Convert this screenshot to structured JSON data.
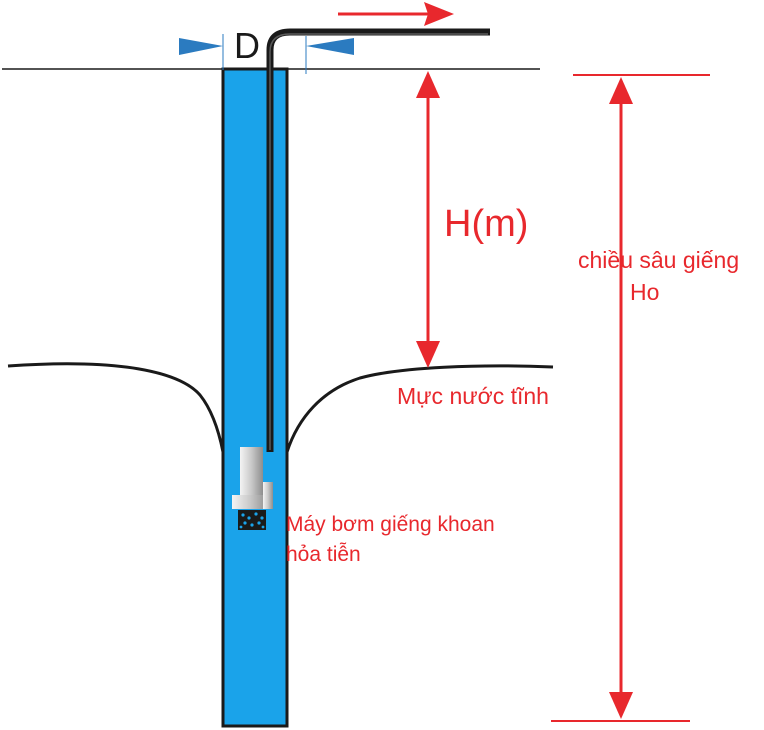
{
  "labels": {
    "diameter": "D",
    "head": "H(m)",
    "well_depth_line1": "chiều sâu giếng",
    "well_depth_line2": "Ho",
    "static_water_level": "Mực nước tĩnh",
    "pump_line1": "Máy bơm giếng khoan",
    "pump_line2": "hỏa tiễn"
  },
  "colors": {
    "well_water": "#1aa3ea",
    "outline": "#1a1a1a",
    "dimension_red": "#e8282d",
    "d_arrow_blue": "#2b7bc0",
    "pump_silver": "#c8c8c8"
  },
  "icons": {
    "flow_arrow": "arrow-right-icon",
    "diameter_arrows": "arrow-inward-icon",
    "dimension_arrows": "double-arrow-icon"
  }
}
